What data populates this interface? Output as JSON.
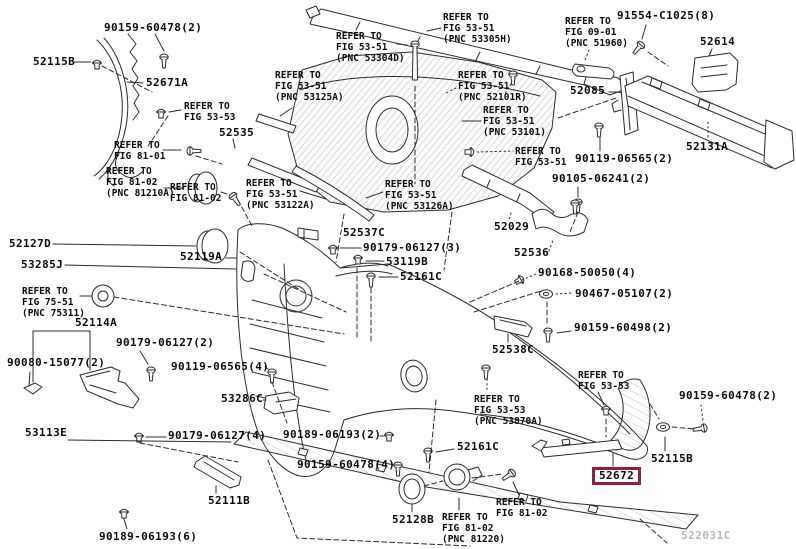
{
  "diagram": {
    "code": "522031C",
    "highlighted_part": "52672",
    "highlight_color": "#951d3e",
    "line_color": "#2b2b2b",
    "background": "#ffffff"
  },
  "parts": {
    "bolt_90159_60478_2_top": "90159-60478(2)",
    "support_52115B_top": "52115B",
    "retainer_52671A": "52671A",
    "bracket_52535": "52535",
    "bolt_91554_C1025_8": "91554-C1025(8)",
    "absorber_52614": "52614",
    "bracket_52085": "52085",
    "reinforcement_52131A": "52131A",
    "bolt_90119_06565_2": "90119-06565(2)",
    "bolt_90105_06241_2": "90105-06241(2)",
    "support_52029": "52029",
    "retainer_52537C": "52537C",
    "cover_52119A": "52119A",
    "grommet_52127D": "52127D",
    "clip_53285J": "53285J",
    "bracket_52114A": "52114A",
    "bolt_90179_06127_2": "90179-06127(2)",
    "clip_90080_15077_2": "90080-15077(2)",
    "bolt_90179_06127_3": "90179-06127(3)",
    "nut_53119B": "53119B",
    "bolt_52161C_a": "52161C",
    "bracket_52536": "52536",
    "clip_90168_50050_4": "90168-50050(4)",
    "clip_90467_05107_2": "90467-05107(2)",
    "bolt_90159_60498_2": "90159-60498(2)",
    "bracket_52538C": "52538C",
    "bolt_90119_06565_4": "90119-06565(4)",
    "pad_53286C": "53286C",
    "cover_53113E": "53113E",
    "clip_90179_06127_4": "90179-06127(4)",
    "retainer_52111B": "52111B",
    "clip_90189_06193_6": "90189-06193(6)",
    "clip_90189_06193_2": "90189-06193(2)",
    "bolt_90159_60478_4": "90159-60478(4)",
    "bolt_52161C_b": "52161C",
    "ring_52128B": "52128B",
    "bolt_90159_60478_2_btm": "90159-60478(2)",
    "support_52115B_btm": "52115B",
    "pad_52672": "52672"
  },
  "notes": {
    "fig5353_top": "REFER TO\nFIG 53-53",
    "fig8101": "REFER TO\nFIG 81-01",
    "fig8102_pnc81210A": "REFER TO\nFIG 81-02\n(PNC 81210A)",
    "fig8102_top": "REFER TO\nFIG 81-02",
    "fig5351_pnc53304D": "REFER TO\nFIG 53-51\n(PNC 53304D)",
    "fig5351_pnc53305H": "REFER TO\nFIG 53-51\n(PNC 53305H)",
    "fig5351_pnc53125A": "REFER TO\nFIG 53-51\n(PNC 53125A)",
    "fig5351_pnc52101R": "REFER TO\nFIG 53-51\n(PNC 52101R)",
    "fig5351_pnc53101": "REFER TO\nFIG 53-51\n(PNC 53101)",
    "fig5351_plain": "REFER TO\nFIG 53-51",
    "fig0901_pnc51960": "REFER TO\nFIG 09-01\n(PNC 51960)",
    "fig5351_pnc53122A": "REFER TO\nFIG 53-51\n(PNC 53122A)",
    "fig5351_pnc53126A": "REFER TO\nFIG 53-51\n(PNC 53126A)",
    "fig7551_pnc75311": "REFER TO\nFIG 75-51\n(PNC 75311)",
    "fig5353_pnc53870A": "REFER TO\nFIG 53-53\n(PNC 53870A)",
    "fig8102_pnc81220": "REFER TO\nFIG 81-02\n(PNC 81220)",
    "fig8102_btm": "REFER TO\nFIG 81-02",
    "fig5353_btm": "REFER TO\nFIG 53-53"
  }
}
